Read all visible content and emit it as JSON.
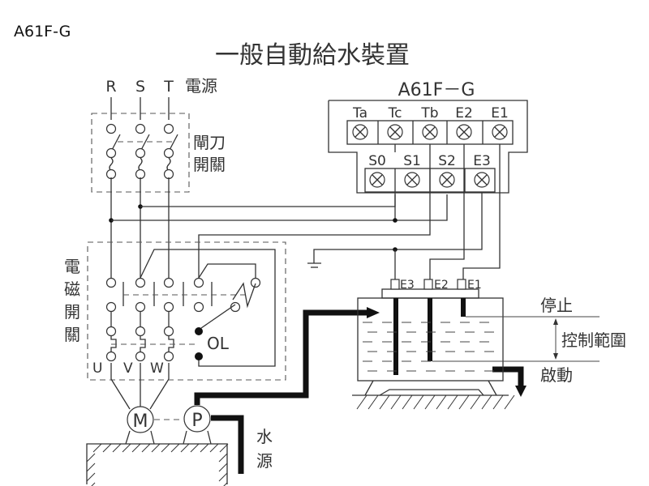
{
  "header": {
    "model_label": "A61F-G",
    "title": "一般自動給水裝置"
  },
  "power": {
    "phases": [
      "R",
      "S",
      "T"
    ],
    "label": "電源"
  },
  "knife_switch": {
    "label_line1": "閘刀",
    "label_line2": "開關"
  },
  "controller": {
    "model": "A61F－G",
    "top_terminals": [
      "Ta",
      "Tc",
      "Tb",
      "E2",
      "E1"
    ],
    "bottom_terminals": [
      "S0",
      "S1",
      "S2",
      "E3"
    ]
  },
  "magnetic_switch": {
    "label_chars": [
      "電",
      "磁",
      "開",
      "關"
    ],
    "overload_label": "OL",
    "outputs": [
      "U",
      "V",
      "W"
    ]
  },
  "motor_pump": {
    "motor_label": "M",
    "pump_label": "P",
    "water_source_chars": [
      "水",
      "源"
    ]
  },
  "tank": {
    "electrodes": [
      "E3",
      "E2",
      "E1"
    ],
    "stop_label": "停止",
    "range_label": "控制範圍",
    "start_label": "啟動"
  }
}
